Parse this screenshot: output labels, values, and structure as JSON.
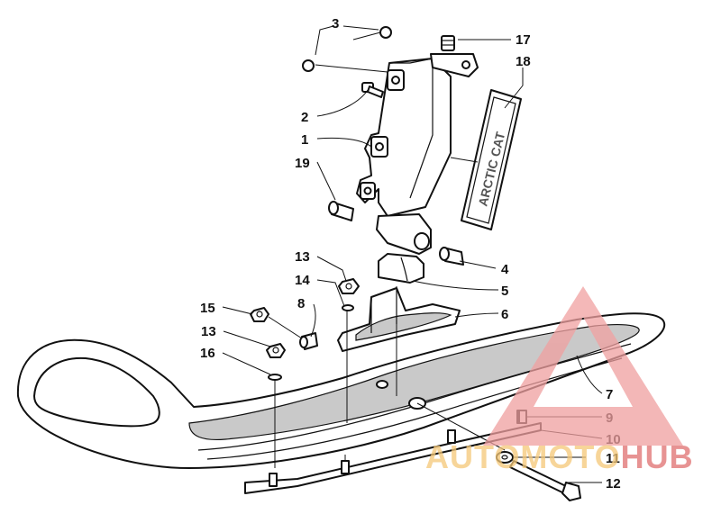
{
  "callouts": [
    {
      "id": "c1",
      "label": "1"
    },
    {
      "id": "c2",
      "label": "2"
    },
    {
      "id": "c3",
      "label": "3"
    },
    {
      "id": "c4",
      "label": "4"
    },
    {
      "id": "c5",
      "label": "5"
    },
    {
      "id": "c6",
      "label": "6"
    },
    {
      "id": "c7",
      "label": "7"
    },
    {
      "id": "c8",
      "label": "8"
    },
    {
      "id": "c9",
      "label": "9"
    },
    {
      "id": "c10",
      "label": "10"
    },
    {
      "id": "c11",
      "label": "11"
    },
    {
      "id": "c12",
      "label": "12"
    },
    {
      "id": "c13a",
      "label": "13"
    },
    {
      "id": "c13b",
      "label": "13"
    },
    {
      "id": "c14",
      "label": "14"
    },
    {
      "id": "c15",
      "label": "15"
    },
    {
      "id": "c16",
      "label": "16"
    },
    {
      "id": "c17",
      "label": "17"
    },
    {
      "id": "c18",
      "label": "18"
    },
    {
      "id": "c19",
      "label": "19"
    }
  ],
  "watermark": {
    "part1": "AUTOMOTO",
    "part2": "HUB",
    "color_primary": "#f0a0a0",
    "color_secondary": "#f5c878"
  }
}
